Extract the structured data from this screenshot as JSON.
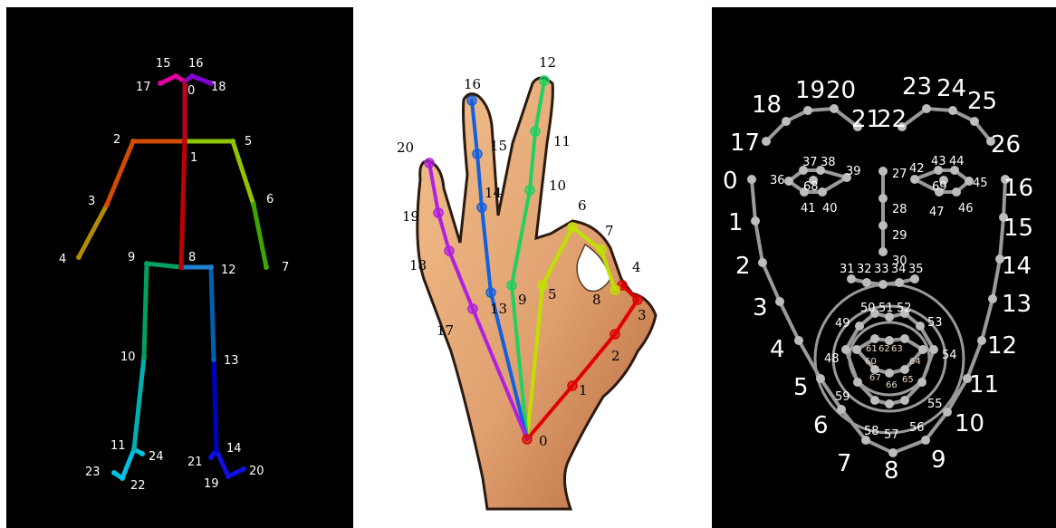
{
  "body_pose": {
    "labels": [
      "0",
      "1",
      "2",
      "3",
      "4",
      "5",
      "6",
      "7",
      "8",
      "9",
      "10",
      "11",
      "12",
      "13",
      "14",
      "15",
      "16",
      "17",
      "18",
      "19",
      "20",
      "21",
      "22",
      "23",
      "24"
    ],
    "colors": {
      "head": "#a3006e",
      "neck": "#c1001e",
      "right_arm_upper": "#d24b00",
      "right_arm_lower": "#b38a00",
      "left_arm_upper": "#8fc400",
      "left_arm_lower": "#3ea400",
      "torso": "#c00000",
      "right_leg_upper": "#00a060",
      "right_leg_lower": "#00b0b0",
      "left_leg_upper": "#0060b0",
      "left_leg_lower": "#0000c0",
      "right_foot": "#00c0e0",
      "left_foot": "#1010e0",
      "hip": "#2080d0",
      "eye_r": "#e000a0",
      "eye_l": "#8000d0"
    }
  },
  "hand_pose": {
    "labels": [
      "0",
      "1",
      "2",
      "3",
      "4",
      "5",
      "6",
      "7",
      "8",
      "9",
      "10",
      "11",
      "12",
      "13",
      "14",
      "15",
      "16",
      "17",
      "18",
      "19",
      "20"
    ],
    "colors": {
      "thumb": "#e00000",
      "index": "#c0e000",
      "middle": "#20d060",
      "ring": "#1060e0",
      "pinky": "#b020e0",
      "skin": "#e0a070",
      "skin_dark": "#b86a3c"
    }
  },
  "face_pose": {
    "labels": [
      "0",
      "1",
      "2",
      "3",
      "4",
      "5",
      "6",
      "7",
      "8",
      "9",
      "10",
      "11",
      "12",
      "13",
      "14",
      "15",
      "16",
      "17",
      "18",
      "19",
      "20",
      "21",
      "22",
      "23",
      "24",
      "25",
      "26",
      "27",
      "28",
      "29",
      "30",
      "31",
      "32",
      "33",
      "34",
      "35",
      "36",
      "37",
      "38",
      "39",
      "40",
      "41",
      "42",
      "43",
      "44",
      "45",
      "46",
      "47",
      "48",
      "49",
      "50",
      "51",
      "52",
      "53",
      "54",
      "55",
      "56",
      "57",
      "58",
      "59",
      "60",
      "61",
      "62",
      "63",
      "64",
      "65",
      "66",
      "67",
      "68",
      "69"
    ],
    "colors": {
      "points": "#bdbdbd",
      "lines": "#9a9a9a",
      "text": "#ffffff",
      "small_text": "#e8d8c0"
    }
  }
}
